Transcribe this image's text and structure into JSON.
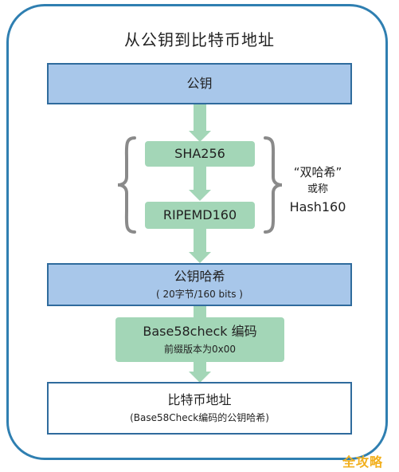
{
  "title": "从公钥到比特币地址",
  "nodes": {
    "public_key": {
      "label": "公钥"
    },
    "sha256": {
      "label": "SHA256"
    },
    "ripemd160": {
      "label": "RIPEMD160"
    },
    "pubkey_hash": {
      "label": "公钥哈希",
      "sublabel": "( 20字节/160 bits )"
    },
    "base58check": {
      "label": "Base58check 编码",
      "sublabel": "前缀版本为0x00"
    },
    "address": {
      "label": "比特币地址",
      "sublabel": "(Base58Check编码的公钥哈希)"
    }
  },
  "side_note": {
    "line1": "“双哈希”",
    "line2": "或称",
    "line3": "Hash160"
  },
  "watermark": "全攻略",
  "colors": {
    "frame": "#2f7fb1",
    "blue_box": "#a8c7ea",
    "green_box": "#a3d6b7",
    "arrow": "#a3d6b7"
  }
}
